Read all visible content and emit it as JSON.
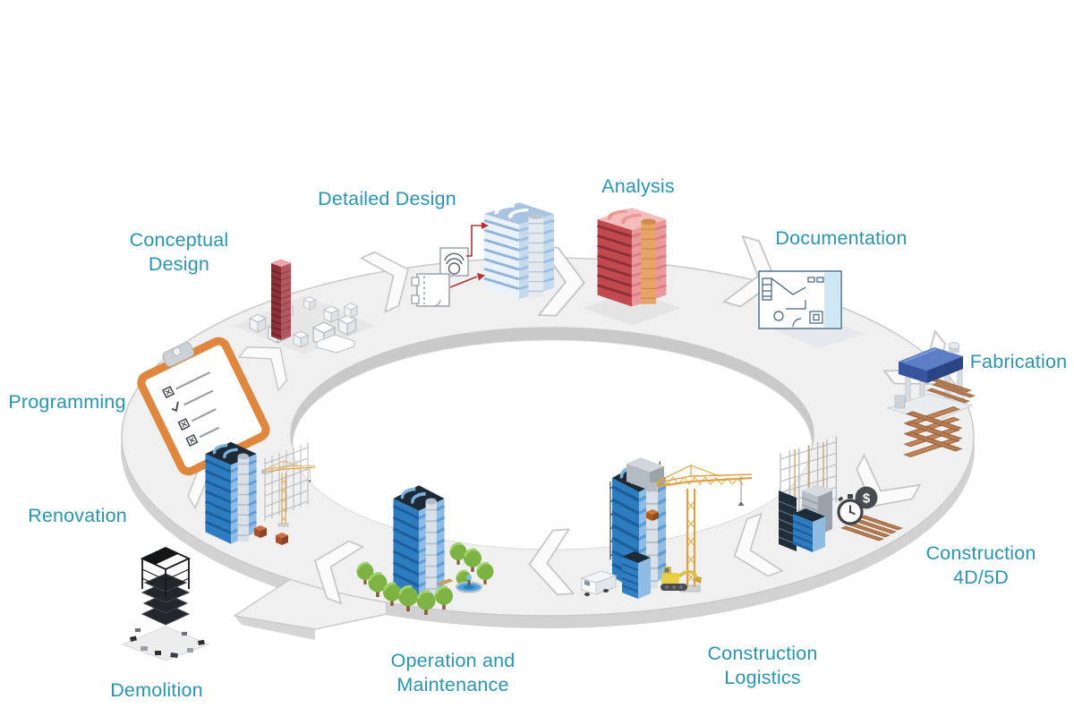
{
  "diagram": {
    "type": "cycle",
    "subject": "BIM building lifecycle",
    "colors": {
      "label_teal": "#2b94b0",
      "ring_surface": "#f0f0f0",
      "ring_edge": "#c9c9c9",
      "ring_side": "#d2d2d2",
      "building_blue": "#2e7cc0",
      "building_blue_side": "#8fbce4",
      "roof_navy": "#1d2a38",
      "analysis_red": "#c14a51",
      "conceptual_maroon": "#8e3138",
      "crane_orange": "#e0a23f",
      "clipboard_orange": "#e0873f",
      "machine_blue": "#37559e",
      "wood_brown": "#b5794e",
      "tree_green": "#7cb342",
      "arrow_red": "#b23434"
    }
  },
  "stages": [
    {
      "id": "programming",
      "label": "Programming",
      "icon": "clipboard-checklist-icon"
    },
    {
      "id": "conceptual-design",
      "label": "Conceptual Design",
      "icon": "massing-model-icon"
    },
    {
      "id": "detailed-design",
      "label": "Detailed Design",
      "icon": "tower-with-sketches-icon"
    },
    {
      "id": "analysis",
      "label": "Analysis",
      "icon": "thermal-tower-icon"
    },
    {
      "id": "documentation",
      "label": "Documentation",
      "icon": "floor-plan-icon"
    },
    {
      "id": "fabrication",
      "label": "Fabrication",
      "icon": "cnc-machine-planks-icon"
    },
    {
      "id": "construction-4d5d",
      "label": "Construction 4D/5D",
      "icon": "scaffold-stopwatch-icon",
      "badge": "$"
    },
    {
      "id": "construction-logistics",
      "label": "Construction Logistics",
      "icon": "crane-site-icon"
    },
    {
      "id": "operation-maintenance",
      "label": "Operation and Maintenance",
      "icon": "tower-park-icon"
    },
    {
      "id": "renovation",
      "label": "Renovation",
      "icon": "tower-scaffold-crane-icon"
    },
    {
      "id": "demolition",
      "label": "Demolition",
      "icon": "demolished-building-icon"
    }
  ]
}
